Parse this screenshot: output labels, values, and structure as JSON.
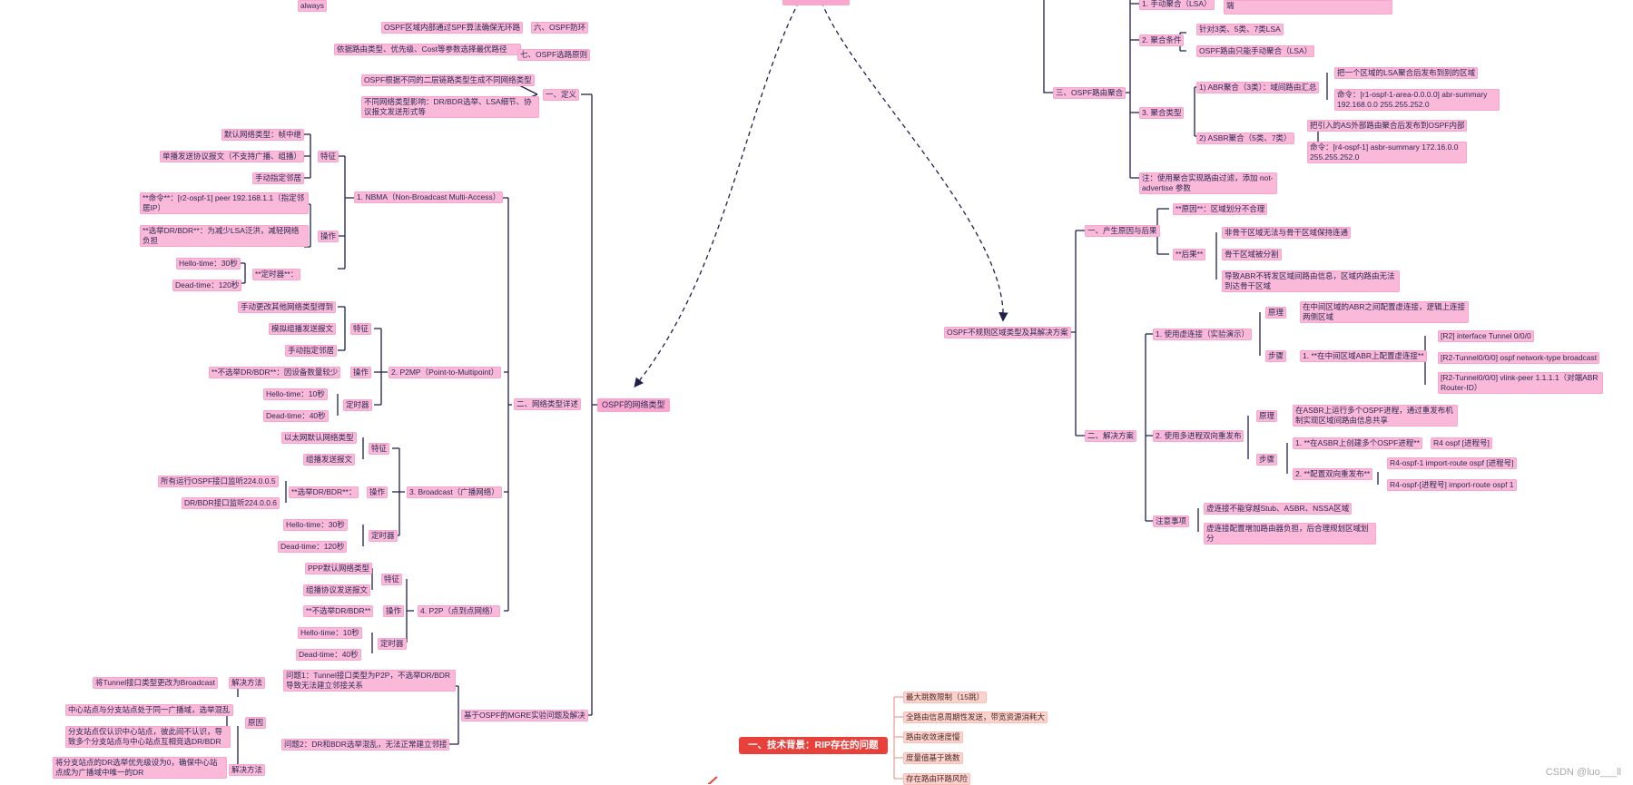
{
  "mindmap": {
    "center": {
      "label": ""
    },
    "left_branch": {
      "hub": "OSPF的网络类型",
      "top_items": [
        "always",
        "OSPF区域内部通过SPF算法确保无环路",
        "六、OSPF防环",
        "依据路由类型、优先级、Cost等参数选择最优路径",
        "七、OSPF选路原则"
      ],
      "definition": {
        "label": "一、定义",
        "items": [
          "OSPF根据不同的二层链路类型生成不同网络类型",
          "不同网络类型影响：DR/BDR选举、LSA细节、协议报文发送形式等"
        ]
      },
      "network_types_label": "二、网络类型详述",
      "nbma": {
        "label": "1. NBMA（Non-Broadcast Multi-Access）",
        "features_label": "特征",
        "features": [
          "默认网络类型：帧中继",
          "单播发送协议报文（不支持广播、组播）",
          "手动指定邻居"
        ],
        "ops_label": "操作",
        "ops": [
          "**命令**：[r2-ospf-1] peer 192.168.1.1（指定邻居IP）",
          "**选举DR/BDR**：为减少LSA泛洪，减轻网络负担"
        ],
        "timer_label": "**定时器**：",
        "timers": [
          "Hello-time：30秒",
          "Dead-time：120秒"
        ]
      },
      "p2mp": {
        "label": "2. P2MP（Point-to-Multipoint）",
        "features_label": "特征",
        "features": [
          "手动更改其他网络类型得到",
          "模拟组播发送报文",
          "手动指定邻居"
        ],
        "ops_label": "操作",
        "ops": [
          "**不选举DR/BDR**：因设备数量较少"
        ],
        "timer_label": "定时器",
        "timers": [
          "Hello-time：10秒",
          "Dead-time：40秒"
        ]
      },
      "broadcast": {
        "label": "3. Broadcast（广播网络）",
        "features_label": "特征",
        "features": [
          "以太网默认网络类型",
          "组播发送报文"
        ],
        "ops_label": "操作",
        "ops_item": "**选举DR/BDR**：",
        "ops": [
          "所有运行OSPF接口监听224.0.0.5",
          "DR/BDR接口监听224.0.0.6"
        ],
        "timer_label": "定时器",
        "timers": [
          "Hello-time：30秒",
          "Dead-time：120秒"
        ]
      },
      "p2p": {
        "label": "4. P2P（点到点网络）",
        "features_label": "特征",
        "features": [
          "PPP默认网络类型",
          "组播协议发送报文"
        ],
        "ops_label": "操作",
        "ops": [
          "**不选举DR/BDR**"
        ],
        "timer_label": "定时器",
        "timers": [
          "Hello-time：10秒",
          "Dead-time：40秒"
        ]
      },
      "mgre": {
        "label": "基于OSPF的MGRE实验问题及解决",
        "q1": "问题1：Tunnel接口类型为P2P，不选举DR/BDR导致无法建立邻接关系",
        "q1_solution_label": "解决方法",
        "q1_solution": "将Tunnel接口类型更改为Broadcast",
        "q2": "问题2：DR和BDR选举混乱，无法正常建立邻接",
        "q2_cause_label": "原因",
        "q2_causes": [
          "中心站点与分支站点处于同一广播域，选举混乱",
          "分支站点仅认识中心站点，彼此间不认识，导致多个分支站点与中心站点互相竞选DR/BDR"
        ],
        "q2_solution_label": "解决方法",
        "q2_solution": "将分支站点的DR选举优先级设为0，确保中心站点成为广播域中唯一的DR"
      }
    },
    "right_top": {
      "label": "三、OSPF路由聚合",
      "top_items": [
        "1. 手动聚合（LSA）",
        "端"
      ],
      "cond_label": "2. 聚合条件",
      "conds": [
        "针对3类、5类、7类LSA",
        "OSPF路由只能手动聚合（LSA）"
      ],
      "types_label": "3. 聚合类型",
      "abr_label": "1) ABR聚合（3类）：域间路由汇总",
      "abr_items": [
        "把一个区域的LSA聚合后发布到别的区域",
        "命令：[r1-ospf-1-area-0.0.0.0] abr-summary 192.168.0.0 255.255.252.0"
      ],
      "asbr_label": "2) ASBR聚合（5类、7类）",
      "asbr_items": [
        "把引入的AS外部路由聚合后发布到OSPF内部",
        "命令：[r4-ospf-1] asbr-summary 172.16.0.0 255.255.252.0"
      ],
      "note": "注：使用聚合实现路由过滤，添加 not-advertise 参数"
    },
    "right_bottom": {
      "label": "OSPF不规则区域类型及其解决方案",
      "cause_label": "一、产生原因与后果",
      "reason": "**原因**：区域划分不合理",
      "result_label": "**后果**",
      "results": [
        "非骨干区域无法与骨干区域保持连通",
        "骨干区域被分割",
        "导致ABR不转发区域间路由信息，区域内路由无法到达骨干区域"
      ],
      "solutions_label": "二、解决方案",
      "vlink": {
        "label": "1. 使用虚连接（实验演示）",
        "principle_label": "原理",
        "principle": "在中间区域的ABR之间配置虚连接，逻辑上连接两侧区域",
        "steps_label": "步骤",
        "step": "1. **在中间区域ABR上配置虚连接**",
        "cmds": [
          "[R2] interface Tunnel 0/0/0",
          "[R2-Tunnel0/0/0] ospf network-type broadcast",
          "[R2-Tunnel0/0/0] vlink-peer 1.1.1.1（对端ABR Router-ID）"
        ]
      },
      "multi": {
        "label": "2. 使用多进程双向重发布",
        "principle_label": "原理",
        "principle": "在ASBR上运行多个OSPF进程，通过重发布机制实现区域间路由信息共享",
        "steps_label": "步骤",
        "step1": "1. **在ASBR上创建多个OSPF进程**",
        "step1_cmd": "R4 ospf [进程号]",
        "step2": "2. **配置双向重发布**",
        "step2_cmds": [
          "R4-ospf-1 import-route ospf [进程号]",
          "R4-ospf-[进程号] import-route ospf 1"
        ]
      },
      "notes_label": "注意事项",
      "notes": [
        "虚连接不能穿越Stub、ASBR、NSSA区域",
        "虚连接配置增加路由器负担，后合理规划区域划分"
      ]
    },
    "bottom": {
      "label": "一、技术背景：RIP存在的问题",
      "items": [
        "最大跳数限制（15跳）",
        "全路由信息周期性发送，带宽资源消耗大",
        "路由收敛速度慢",
        "度量值基于跳数",
        "存在路由环路风险"
      ]
    }
  },
  "watermark": "CSDN @luo___ll",
  "colors": {
    "node": "#fbb9d9",
    "line": "#1f1f4d",
    "accent": "#e8413c",
    "salmon": "#fcd3cc"
  }
}
